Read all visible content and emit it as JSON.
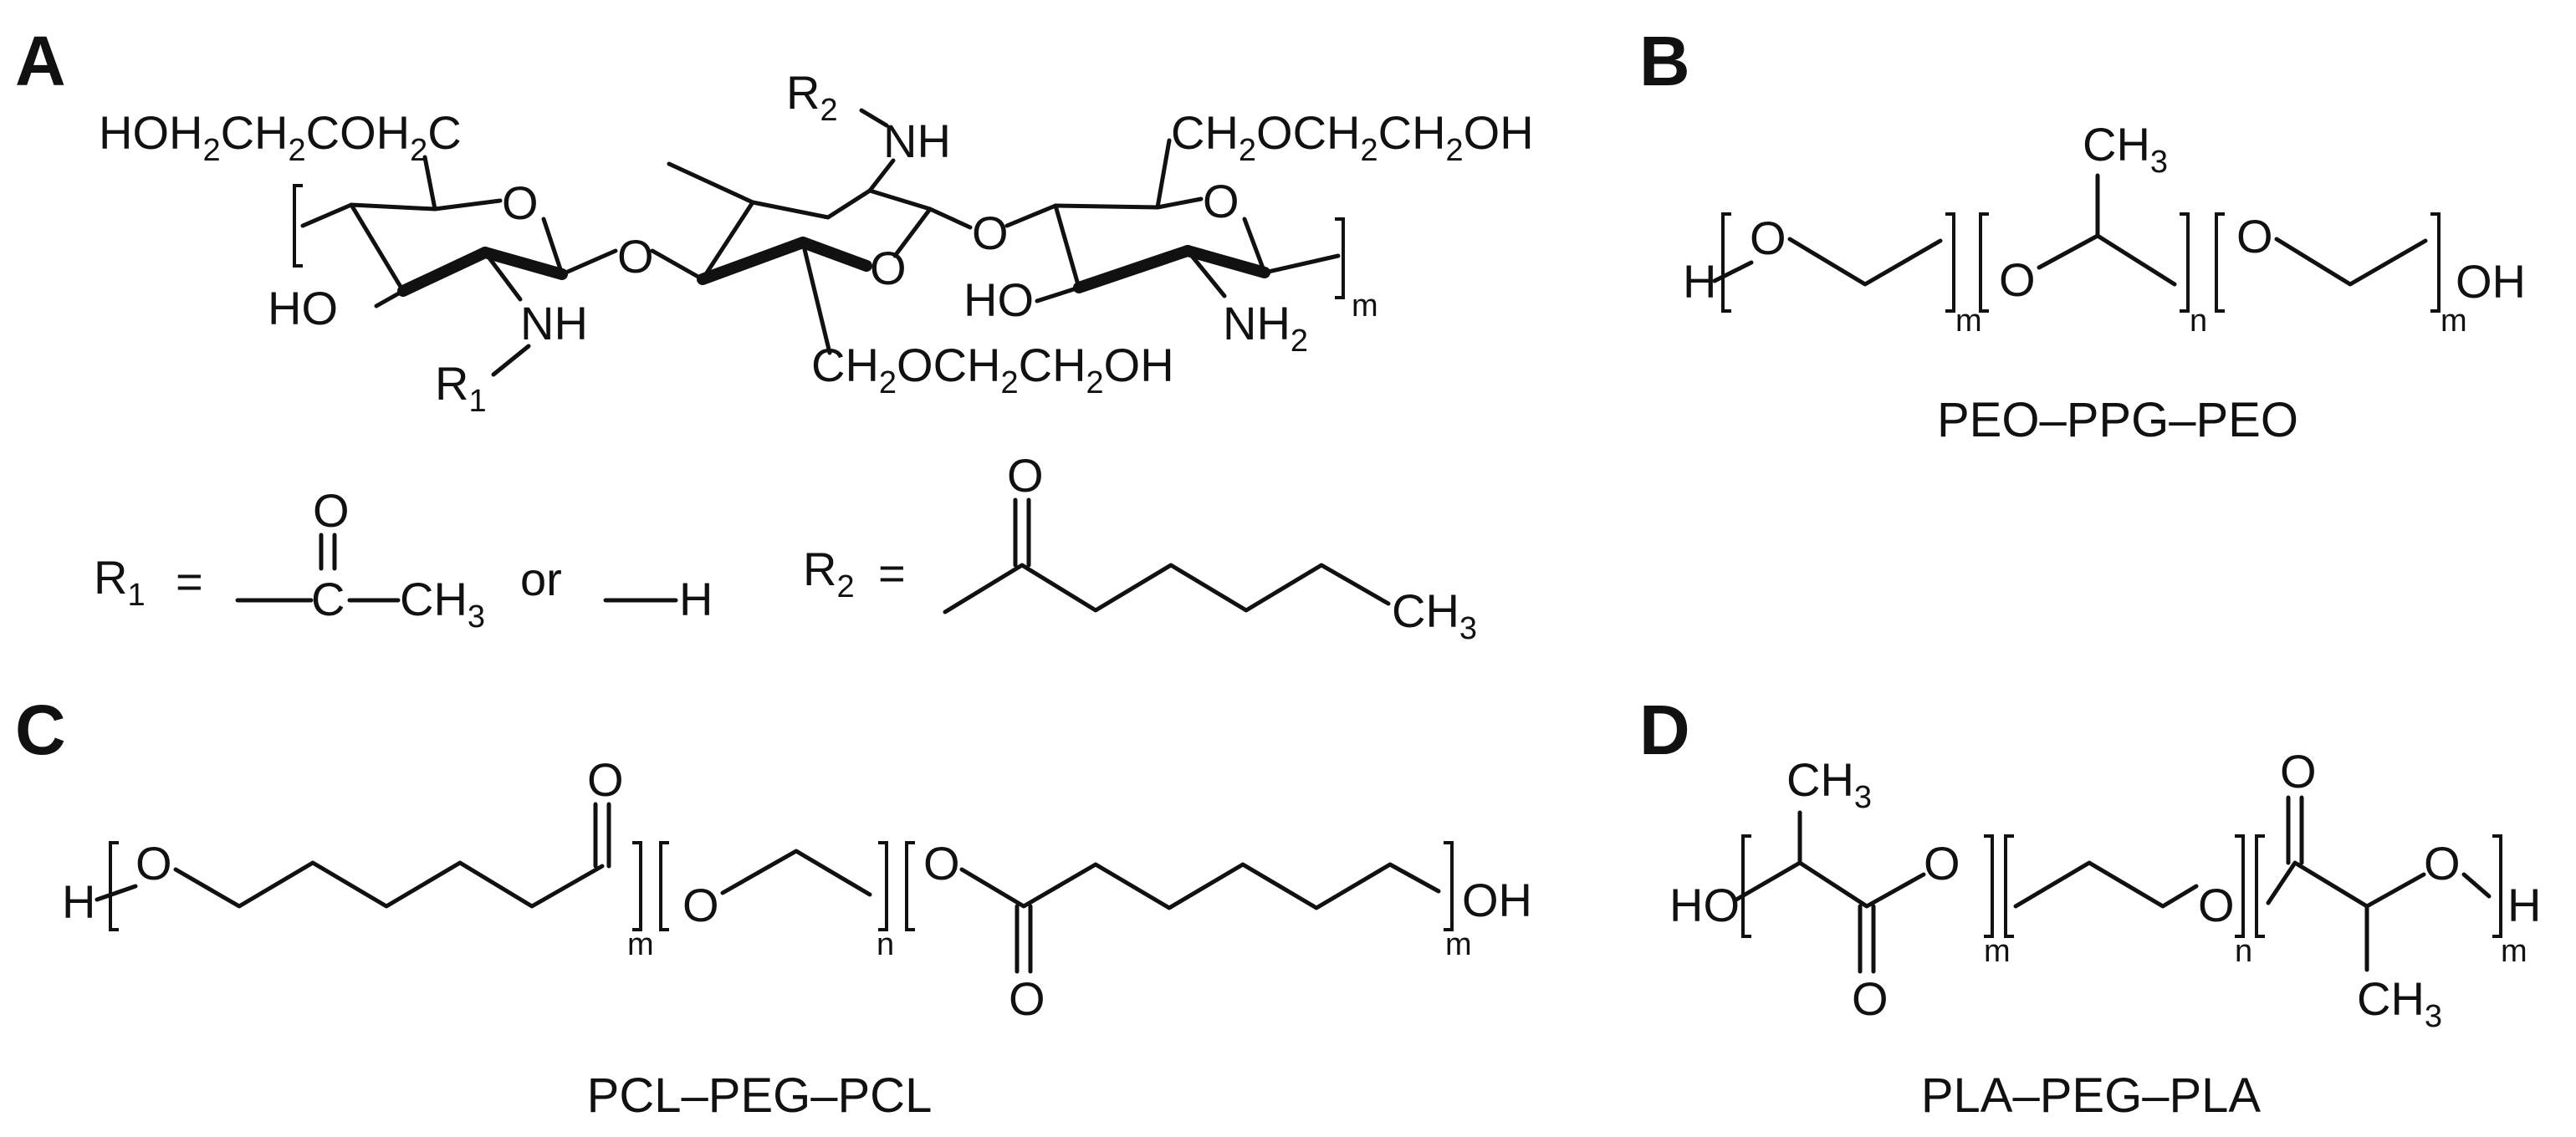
{
  "panels": {
    "a": {
      "letter": "A",
      "ring1": {
        "sub_oh": [
          "HOH",
          "2",
          "CH",
          "2",
          "COH",
          "2",
          "C"
        ],
        "ring_o": "O",
        "ho": "HO",
        "nh": "NH",
        "r1": [
          "R",
          "1"
        ]
      },
      "link_o_1": "O",
      "ring2": {
        "r2": [
          "R",
          "2"
        ],
        "nh": "NH",
        "ring_o": "O",
        "sub_oh": [
          "CH",
          "2",
          "OCH",
          "2",
          "CH",
          "2",
          "OH"
        ]
      },
      "link_o_2": "O",
      "ring3": {
        "sub_oh": [
          "CH",
          "2",
          "OCH",
          "2",
          "CH",
          "2",
          "OH"
        ],
        "ring_o": "O",
        "ho": "HO",
        "nh2": [
          "NH",
          "2"
        ]
      },
      "repeat": "m",
      "r1_def": {
        "label": [
          "R",
          "1"
        ],
        "equals": "=",
        "carbonyl_o": "O",
        "c": "C",
        "ch3": [
          "CH",
          "3"
        ],
        "or": "or",
        "h": "H"
      },
      "r2_def": {
        "label": [
          "R",
          "2"
        ],
        "equals": "=",
        "carbonyl_o": "O",
        "ch3": [
          "CH",
          "3"
        ]
      }
    },
    "b": {
      "letter": "B",
      "h": "H",
      "o1": "O",
      "ch3": [
        "CH",
        "3"
      ],
      "o2": "O",
      "o3": "O",
      "oh": "OH",
      "sub1": "m",
      "sub2": "n",
      "sub3": "m",
      "caption": "PEO–PPG–PEO"
    },
    "c": {
      "letter": "C",
      "h": "H",
      "o1": "O",
      "carbonyl_o1": "O",
      "o2": "O",
      "o3": "O",
      "carbonyl_o2": "O",
      "oh": "OH",
      "sub1": "m",
      "sub2": "n",
      "sub3": "m",
      "caption": "PCL–PEG–PCL"
    },
    "d": {
      "letter": "D",
      "ho": "HO",
      "ch3_top": [
        "CH",
        "3"
      ],
      "carbonyl_o1": "O",
      "o1": "O",
      "o2": "O",
      "carbonyl_o2": "O",
      "o3": "O",
      "h": "H",
      "ch3_bottom": [
        "CH",
        "3"
      ],
      "sub1": "m",
      "sub2": "n",
      "sub3": "m",
      "caption": "PLA–PEG–PLA"
    }
  }
}
